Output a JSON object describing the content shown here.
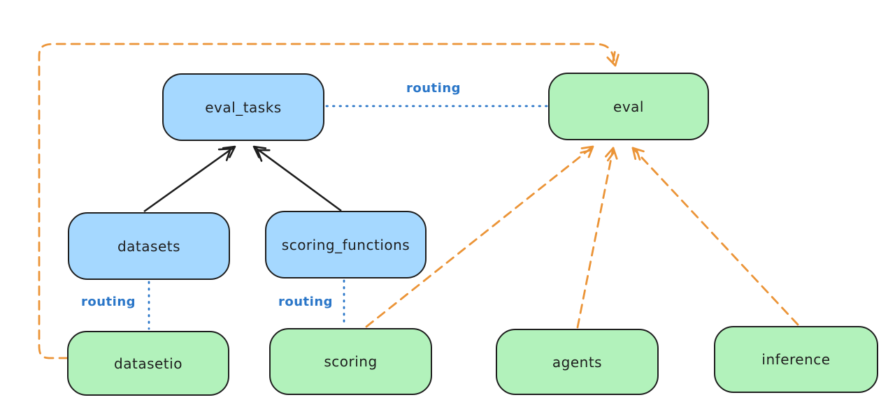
{
  "diagram": {
    "nodes": [
      {
        "id": "eval_tasks",
        "label": "eval_tasks",
        "kind": "registry",
        "fill": "blue"
      },
      {
        "id": "eval",
        "label": "eval",
        "kind": "api",
        "fill": "green"
      },
      {
        "id": "datasets",
        "label": "datasets",
        "kind": "registry",
        "fill": "blue"
      },
      {
        "id": "scoring_functions",
        "label": "scoring_functions",
        "kind": "registry",
        "fill": "blue"
      },
      {
        "id": "datasetio",
        "label": "datasetio",
        "kind": "api",
        "fill": "green"
      },
      {
        "id": "scoring",
        "label": "scoring",
        "kind": "api",
        "fill": "green"
      },
      {
        "id": "agents",
        "label": "agents",
        "kind": "api",
        "fill": "green"
      },
      {
        "id": "inference",
        "label": "inference",
        "kind": "api",
        "fill": "green"
      }
    ],
    "edges": [
      {
        "from": "datasets",
        "to": "eval_tasks",
        "style": "solid",
        "arrow": "end",
        "label": ""
      },
      {
        "from": "scoring_functions",
        "to": "eval_tasks",
        "style": "solid",
        "arrow": "end",
        "label": ""
      },
      {
        "from": "eval_tasks",
        "to": "eval",
        "style": "dotted",
        "arrow": "none",
        "label": "routing"
      },
      {
        "from": "datasets",
        "to": "datasetio",
        "style": "dotted",
        "arrow": "none",
        "label": "routing"
      },
      {
        "from": "scoring_functions",
        "to": "scoring",
        "style": "dotted",
        "arrow": "none",
        "label": "routing"
      },
      {
        "from": "datasetio",
        "to": "eval",
        "style": "dashed",
        "arrow": "end",
        "label": ""
      },
      {
        "from": "scoring",
        "to": "eval",
        "style": "dashed",
        "arrow": "end",
        "label": ""
      },
      {
        "from": "agents",
        "to": "eval",
        "style": "dashed",
        "arrow": "end",
        "label": ""
      },
      {
        "from": "inference",
        "to": "eval",
        "style": "dashed",
        "arrow": "end",
        "label": ""
      }
    ],
    "colors": {
      "background": "#ffffff",
      "node_stroke": "#1e1e1e",
      "blue_fill": "#a5d8ff",
      "green_fill": "#b2f2bb",
      "orange": "#eb9437",
      "routing_blue": "#2a76c8"
    }
  }
}
